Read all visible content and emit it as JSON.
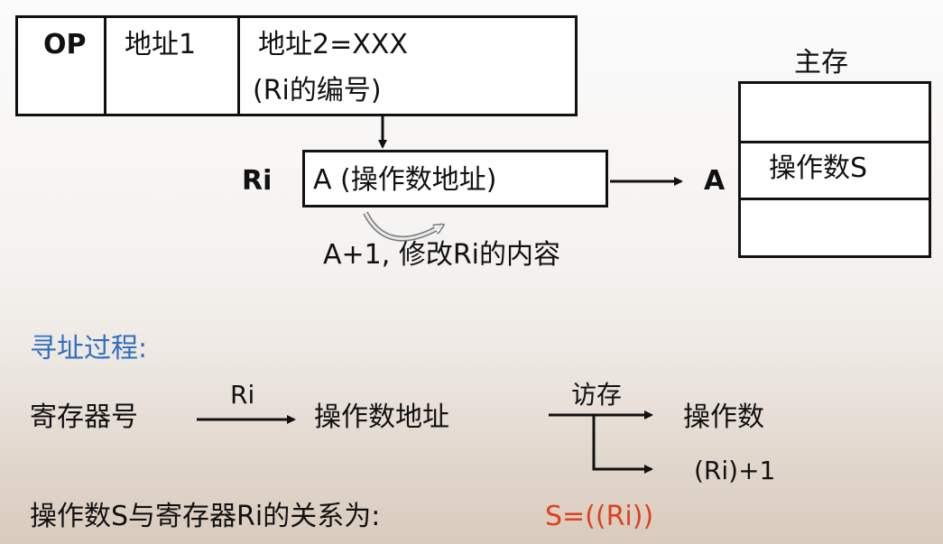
{
  "instruction": {
    "op": "OP",
    "addr1": "地址1",
    "addr2_line1": "地址2=XXX",
    "addr2_line2": "(Ri的编号)"
  },
  "register": {
    "name": "Ri",
    "content": "A (操作数地址)",
    "note": "A+1, 修改Ri的内容"
  },
  "memory": {
    "title": "主存",
    "address": "A",
    "cell": "操作数S"
  },
  "process": {
    "title": "寻址过程:",
    "step1": "寄存器号",
    "arrow1": "Ri",
    "step2": "操作数地址",
    "arrow2": "访存",
    "step3": "操作数",
    "branch": "(Ri)+1"
  },
  "relation": {
    "text": "操作数S与寄存器Ri的关系为:",
    "formula": "S=((Ri))"
  }
}
